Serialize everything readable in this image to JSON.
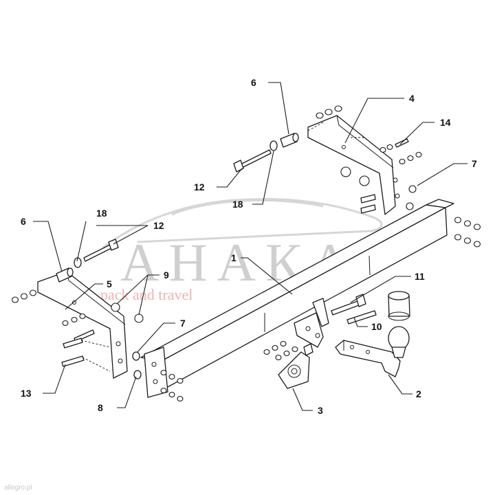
{
  "watermark": {
    "brand": "АНАКА",
    "tagline": "pack and travel",
    "credit": "allegro.pl"
  },
  "callouts": [
    {
      "id": "c6a",
      "text": "6"
    },
    {
      "id": "c4",
      "text": "4"
    },
    {
      "id": "c14",
      "text": "14"
    },
    {
      "id": "c7a",
      "text": "7"
    },
    {
      "id": "c12a",
      "text": "12"
    },
    {
      "id": "c18a",
      "text": "18"
    },
    {
      "id": "c6b",
      "text": "6"
    },
    {
      "id": "c18b",
      "text": "18"
    },
    {
      "id": "c12b",
      "text": "12"
    },
    {
      "id": "c1",
      "text": "1"
    },
    {
      "id": "c5",
      "text": "5"
    },
    {
      "id": "c9",
      "text": "9"
    },
    {
      "id": "c11",
      "text": "11"
    },
    {
      "id": "c7b",
      "text": "7"
    },
    {
      "id": "c10",
      "text": "10"
    },
    {
      "id": "c13",
      "text": "13"
    },
    {
      "id": "c8",
      "text": "8"
    },
    {
      "id": "c3",
      "text": "3"
    },
    {
      "id": "c2",
      "text": "2"
    }
  ]
}
